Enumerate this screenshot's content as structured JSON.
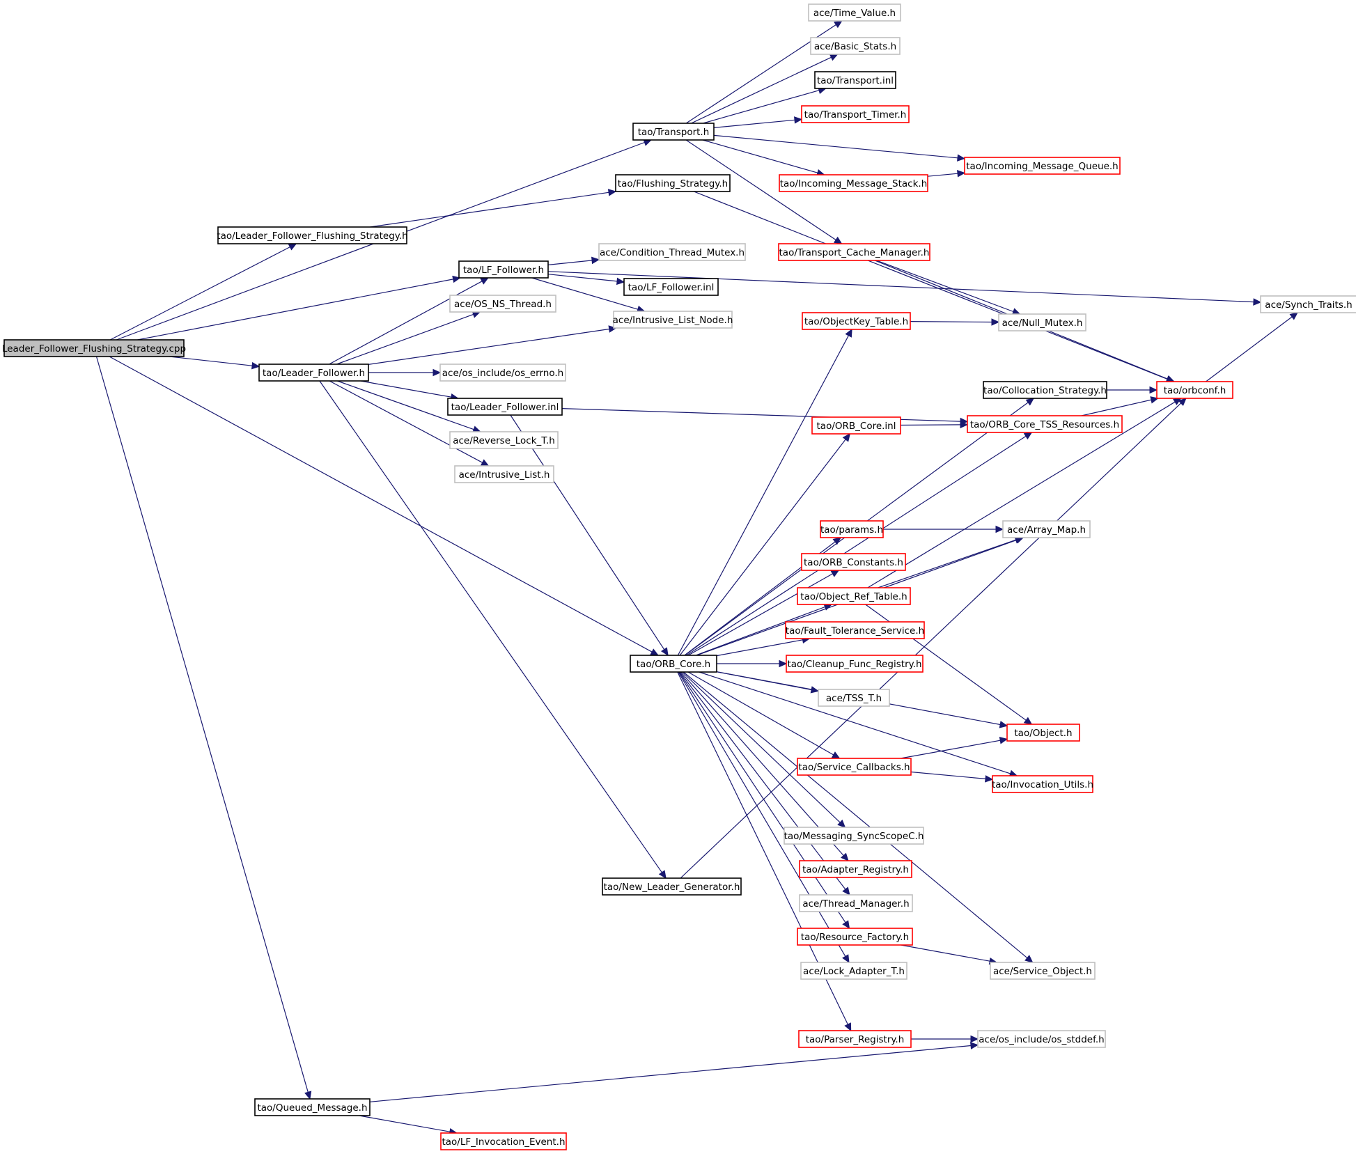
{
  "graph": {
    "colors": {
      "edge": "#191970",
      "root_fill": "#bfbfbf",
      "border_documented": "#000000",
      "border_truncated": "#ff0000",
      "border_external": "#bfbfbf",
      "label": "#000000",
      "background": "#ffffff"
    },
    "nodes": [
      {
        "id": "root",
        "label": "Leader_Follower_Flushing_Strategy.cpp",
        "kind": "root"
      },
      {
        "id": "transport_h",
        "label": "tao/Transport.h",
        "kind": "documented"
      },
      {
        "id": "time_value",
        "label": "ace/Time_Value.h",
        "kind": "external"
      },
      {
        "id": "basic_stats",
        "label": "ace/Basic_Stats.h",
        "kind": "external"
      },
      {
        "id": "transport_inl",
        "label": "tao/Transport.inl",
        "kind": "documented"
      },
      {
        "id": "transport_timer",
        "label": "tao/Transport_Timer.h",
        "kind": "truncated"
      },
      {
        "id": "incoming_queue",
        "label": "tao/Incoming_Message_Queue.h",
        "kind": "truncated"
      },
      {
        "id": "incoming_stack",
        "label": "tao/Incoming_Message_Stack.h",
        "kind": "truncated"
      },
      {
        "id": "flushing_strategy",
        "label": "tao/Flushing_Strategy.h",
        "kind": "documented"
      },
      {
        "id": "lf_flushing_h",
        "label": "tao/Leader_Follower_Flushing_Strategy.h",
        "kind": "documented"
      },
      {
        "id": "transport_cache",
        "label": "tao/Transport_Cache_Manager.h",
        "kind": "truncated"
      },
      {
        "id": "lf_follower_h",
        "label": "tao/LF_Follower.h",
        "kind": "documented"
      },
      {
        "id": "condition_mutex",
        "label": "ace/Condition_Thread_Mutex.h",
        "kind": "external"
      },
      {
        "id": "lf_follower_inl",
        "label": "tao/LF_Follower.inl",
        "kind": "documented"
      },
      {
        "id": "synch_traits",
        "label": "ace/Synch_Traits.h",
        "kind": "external"
      },
      {
        "id": "os_ns_thread",
        "label": "ace/OS_NS_Thread.h",
        "kind": "external"
      },
      {
        "id": "intrusive_node",
        "label": "ace/Intrusive_List_Node.h",
        "kind": "external"
      },
      {
        "id": "objectkey_table",
        "label": "tao/ObjectKey_Table.h",
        "kind": "truncated"
      },
      {
        "id": "null_mutex",
        "label": "ace/Null_Mutex.h",
        "kind": "external"
      },
      {
        "id": "leader_follower_h",
        "label": "tao/Leader_Follower.h",
        "kind": "documented"
      },
      {
        "id": "os_errno",
        "label": "ace/os_include/os_errno.h",
        "kind": "external"
      },
      {
        "id": "collocation",
        "label": "tao/Collocation_Strategy.h",
        "kind": "documented"
      },
      {
        "id": "orbconf",
        "label": "tao/orbconf.h",
        "kind": "truncated"
      },
      {
        "id": "leader_follower_inl",
        "label": "tao/Leader_Follower.inl",
        "kind": "documented"
      },
      {
        "id": "orb_core_inl",
        "label": "tao/ORB_Core.inl",
        "kind": "truncated"
      },
      {
        "id": "tss_resources",
        "label": "tao/ORB_Core_TSS_Resources.h",
        "kind": "truncated"
      },
      {
        "id": "reverse_lock",
        "label": "ace/Reverse_Lock_T.h",
        "kind": "external"
      },
      {
        "id": "intrusive_list",
        "label": "ace/Intrusive_List.h",
        "kind": "external"
      },
      {
        "id": "params",
        "label": "tao/params.h",
        "kind": "truncated"
      },
      {
        "id": "array_map",
        "label": "ace/Array_Map.h",
        "kind": "external"
      },
      {
        "id": "orb_constants",
        "label": "tao/ORB_Constants.h",
        "kind": "truncated"
      },
      {
        "id": "object_ref_table",
        "label": "tao/Object_Ref_Table.h",
        "kind": "truncated"
      },
      {
        "id": "fault_tolerance",
        "label": "tao/Fault_Tolerance_Service.h",
        "kind": "truncated"
      },
      {
        "id": "orb_core_h",
        "label": "tao/ORB_Core.h",
        "kind": "documented"
      },
      {
        "id": "cleanup_func",
        "label": "tao/Cleanup_Func_Registry.h",
        "kind": "truncated"
      },
      {
        "id": "tss_t",
        "label": "ace/TSS_T.h",
        "kind": "external"
      },
      {
        "id": "object_h",
        "label": "tao/Object.h",
        "kind": "truncated"
      },
      {
        "id": "service_callbacks",
        "label": "tao/Service_Callbacks.h",
        "kind": "truncated"
      },
      {
        "id": "invocation_utils",
        "label": "tao/Invocation_Utils.h",
        "kind": "truncated"
      },
      {
        "id": "messaging_sync",
        "label": "tao/Messaging_SyncScopeC.h",
        "kind": "external"
      },
      {
        "id": "adapter_registry",
        "label": "tao/Adapter_Registry.h",
        "kind": "truncated"
      },
      {
        "id": "new_leader",
        "label": "tao/New_Leader_Generator.h",
        "kind": "documented"
      },
      {
        "id": "thread_manager",
        "label": "ace/Thread_Manager.h",
        "kind": "external"
      },
      {
        "id": "resource_factory",
        "label": "tao/Resource_Factory.h",
        "kind": "truncated"
      },
      {
        "id": "lock_adapter",
        "label": "ace/Lock_Adapter_T.h",
        "kind": "external"
      },
      {
        "id": "service_object",
        "label": "ace/Service_Object.h",
        "kind": "external"
      },
      {
        "id": "parser_registry",
        "label": "tao/Parser_Registry.h",
        "kind": "truncated"
      },
      {
        "id": "os_stddef",
        "label": "ace/os_include/os_stddef.h",
        "kind": "external"
      },
      {
        "id": "queued_message",
        "label": "tao/Queued_Message.h",
        "kind": "documented"
      },
      {
        "id": "lf_invocation",
        "label": "tao/LF_Invocation_Event.h",
        "kind": "truncated"
      }
    ],
    "edges": [
      {
        "from": "root",
        "to": "transport_h"
      },
      {
        "from": "root",
        "to": "lf_flushing_h"
      },
      {
        "from": "root",
        "to": "lf_follower_h"
      },
      {
        "from": "root",
        "to": "leader_follower_h"
      },
      {
        "from": "root",
        "to": "orb_core_h"
      },
      {
        "from": "root",
        "to": "queued_message"
      },
      {
        "from": "transport_h",
        "to": "time_value"
      },
      {
        "from": "transport_h",
        "to": "basic_stats"
      },
      {
        "from": "transport_h",
        "to": "transport_inl"
      },
      {
        "from": "transport_h",
        "to": "transport_timer"
      },
      {
        "from": "transport_h",
        "to": "incoming_queue"
      },
      {
        "from": "transport_h",
        "to": "incoming_stack"
      },
      {
        "from": "transport_h",
        "to": "transport_cache"
      },
      {
        "from": "incoming_stack",
        "to": "incoming_queue"
      },
      {
        "from": "lf_flushing_h",
        "to": "flushing_strategy"
      },
      {
        "from": "flushing_strategy",
        "to": "orbconf"
      },
      {
        "from": "transport_cache",
        "to": "orbconf"
      },
      {
        "from": "transport_cache",
        "to": "null_mutex"
      },
      {
        "from": "lf_follower_h",
        "to": "condition_mutex"
      },
      {
        "from": "lf_follower_h",
        "to": "lf_follower_inl"
      },
      {
        "from": "lf_follower_h",
        "to": "intrusive_node"
      },
      {
        "from": "lf_follower_h",
        "to": "synch_traits"
      },
      {
        "from": "orbconf",
        "to": "synch_traits"
      },
      {
        "from": "leader_follower_h",
        "to": "os_ns_thread"
      },
      {
        "from": "leader_follower_h",
        "to": "lf_follower_h"
      },
      {
        "from": "leader_follower_h",
        "to": "intrusive_node"
      },
      {
        "from": "leader_follower_h",
        "to": "os_errno"
      },
      {
        "from": "leader_follower_h",
        "to": "leader_follower_inl"
      },
      {
        "from": "leader_follower_h",
        "to": "reverse_lock"
      },
      {
        "from": "leader_follower_h",
        "to": "intrusive_list"
      },
      {
        "from": "leader_follower_h",
        "to": "new_leader"
      },
      {
        "from": "leader_follower_inl",
        "to": "tss_resources"
      },
      {
        "from": "leader_follower_inl",
        "to": "orb_core_h"
      },
      {
        "from": "objectkey_table",
        "to": "null_mutex"
      },
      {
        "from": "collocation",
        "to": "orbconf"
      },
      {
        "from": "tss_resources",
        "to": "orbconf"
      },
      {
        "from": "orb_core_inl",
        "to": "tss_resources"
      },
      {
        "from": "params",
        "to": "array_map"
      },
      {
        "from": "object_ref_table",
        "to": "array_map"
      },
      {
        "from": "object_ref_table",
        "to": "orbconf"
      },
      {
        "from": "object_ref_table",
        "to": "object_h"
      },
      {
        "from": "service_callbacks",
        "to": "object_h"
      },
      {
        "from": "service_callbacks",
        "to": "invocation_utils"
      },
      {
        "from": "resource_factory",
        "to": "service_object"
      },
      {
        "from": "parser_registry",
        "to": "os_stddef"
      },
      {
        "from": "new_leader",
        "to": "orbconf"
      },
      {
        "from": "queued_message",
        "to": "os_stddef"
      },
      {
        "from": "queued_message",
        "to": "lf_invocation"
      },
      {
        "from": "orb_core_h",
        "to": "objectkey_table"
      },
      {
        "from": "orb_core_h",
        "to": "collocation"
      },
      {
        "from": "orb_core_h",
        "to": "orb_core_inl"
      },
      {
        "from": "orb_core_h",
        "to": "tss_resources"
      },
      {
        "from": "orb_core_h",
        "to": "array_map"
      },
      {
        "from": "orb_core_h",
        "to": "params"
      },
      {
        "from": "orb_core_h",
        "to": "orb_constants"
      },
      {
        "from": "orb_core_h",
        "to": "object_ref_table"
      },
      {
        "from": "orb_core_h",
        "to": "fault_tolerance"
      },
      {
        "from": "orb_core_h",
        "to": "cleanup_func"
      },
      {
        "from": "orb_core_h",
        "to": "tss_t"
      },
      {
        "from": "orb_core_h",
        "to": "object_h"
      },
      {
        "from": "orb_core_h",
        "to": "service_callbacks"
      },
      {
        "from": "orb_core_h",
        "to": "invocation_utils"
      },
      {
        "from": "orb_core_h",
        "to": "messaging_sync"
      },
      {
        "from": "orb_core_h",
        "to": "adapter_registry"
      },
      {
        "from": "orb_core_h",
        "to": "thread_manager"
      },
      {
        "from": "orb_core_h",
        "to": "resource_factory"
      },
      {
        "from": "orb_core_h",
        "to": "lock_adapter"
      },
      {
        "from": "orb_core_h",
        "to": "service_object"
      },
      {
        "from": "orb_core_h",
        "to": "parser_registry"
      }
    ]
  }
}
